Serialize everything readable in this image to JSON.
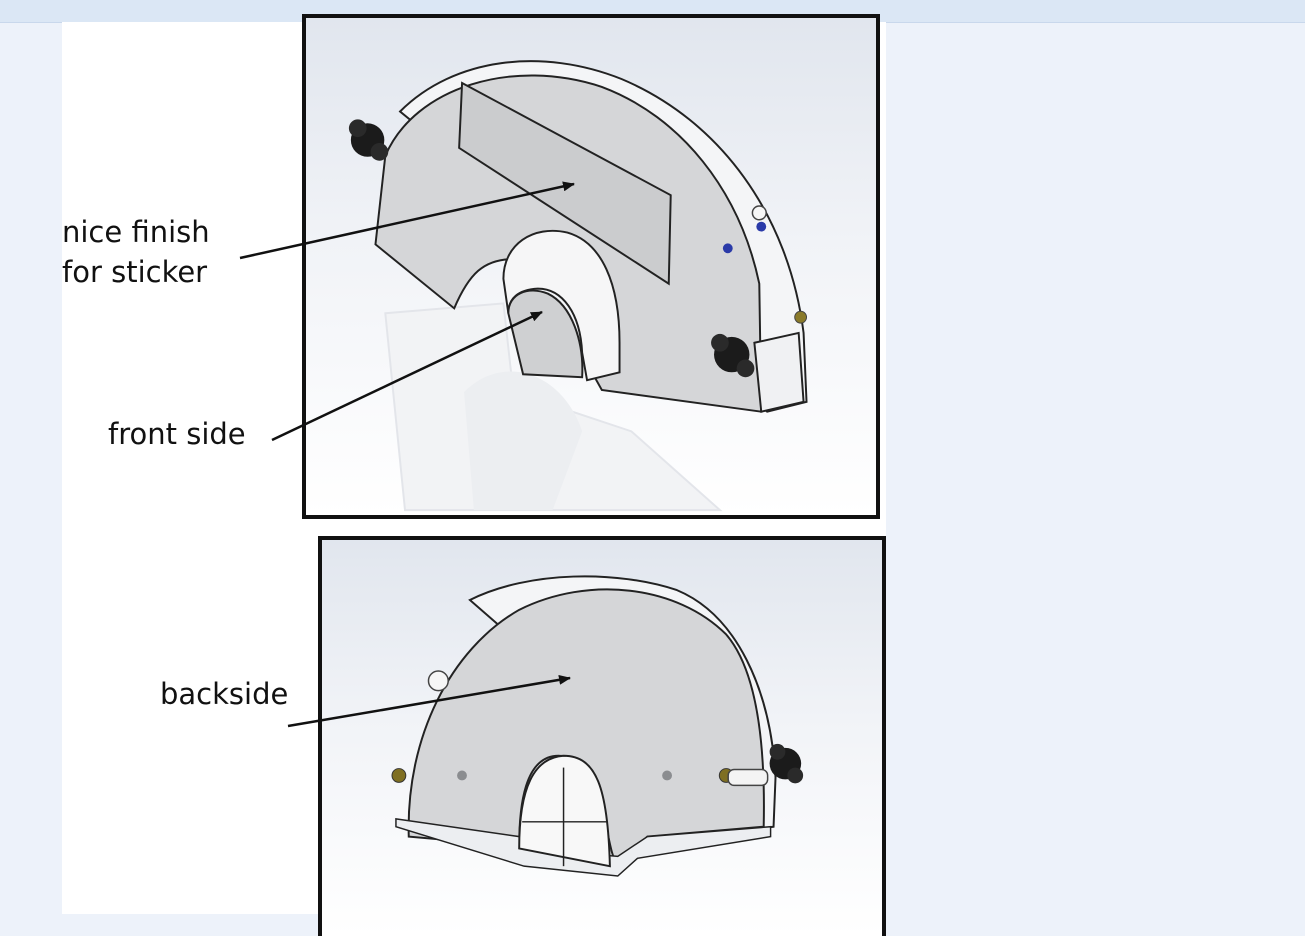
{
  "labels": {
    "sticker_line1": "nice finish",
    "sticker_line2": "for sticker",
    "front": "front side",
    "back": "backside"
  },
  "colors": {
    "page_background": "#edf2fa",
    "document_background": "#ffffff",
    "frame": "#111111",
    "guard_body": "#d3d4d6"
  }
}
